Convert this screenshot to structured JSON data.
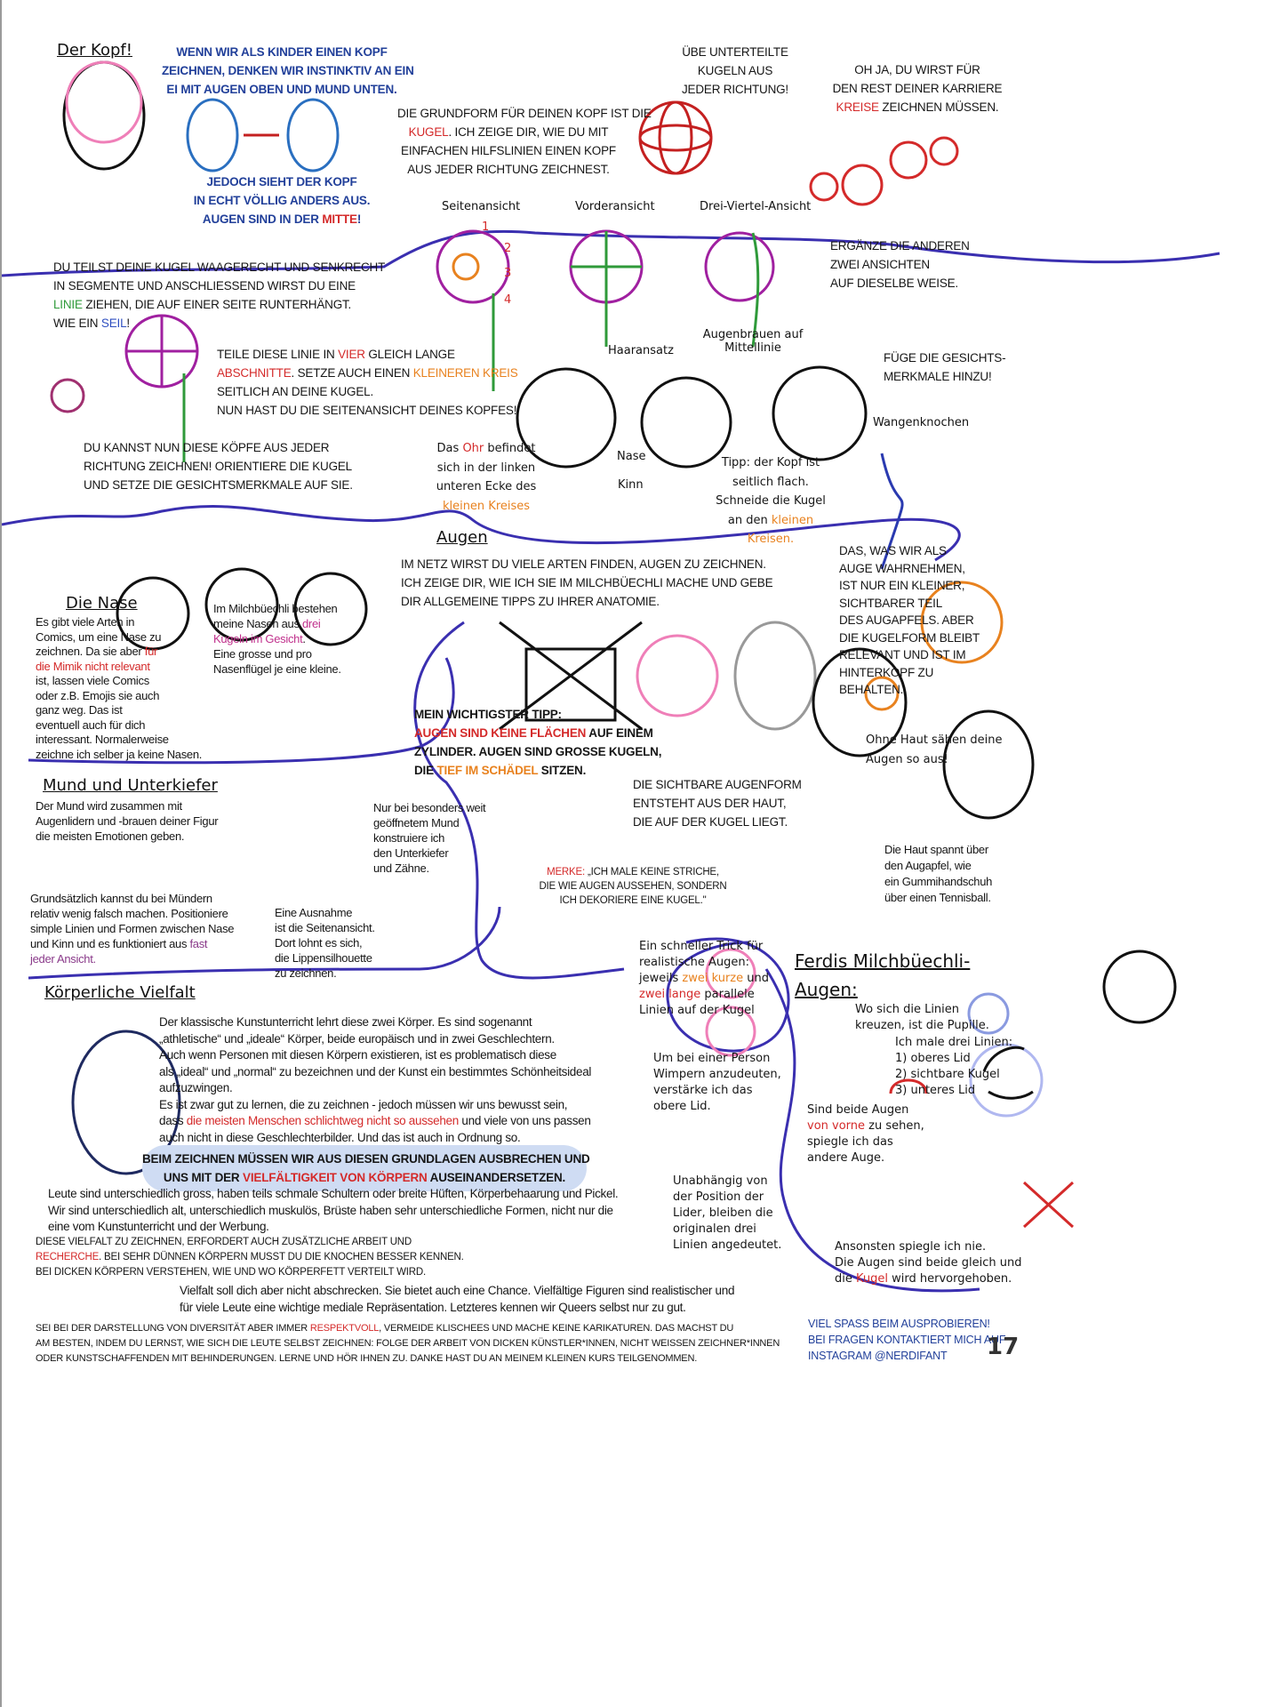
{
  "colors": {
    "k": "#161616",
    "nv": "#22409a",
    "r": "#d42a2a",
    "o": "#e8821f",
    "g": "#2f9a3a",
    "b": "#2f4fc0",
    "m": "#c0308c",
    "p": "#8a3a8a",
    "divider": "#3a2fb0",
    "pink": "#ef7fb8",
    "banner": "#cfdcf3"
  },
  "titles": {
    "kopf": "Der Kopf!",
    "augen": "Augen",
    "nase": "Die Nase",
    "mund": "Mund und Unterkiefer",
    "vielfalt": "Körperliche Vielfalt",
    "ferdis_1": "Ferdis Milchbüechli-",
    "ferdis_2": "Augen:"
  },
  "labels": {
    "seitenansicht": "Seitenansicht",
    "vorderansicht": "Vorderansicht",
    "dreiviertel": "Drei-Viertel-Ansicht",
    "haaransatz": "Haaransatz",
    "augenbrauen_1": "Augenbrauen auf",
    "augenbrauen_2": "Mittellinie",
    "wangenknochen": "Wangenknochen",
    "nase": "Nase",
    "kinn": "Kinn",
    "num1": "1",
    "num2": "2",
    "num3": "3",
    "num4": "4"
  },
  "page_number": "17",
  "blocks": {
    "kopf_intro": [
      [
        [
          "WENN WIR ALS KINDER EINEN KOPF",
          "nv"
        ]
      ],
      [
        [
          "ZEICHNEN, DENKEN WIR INSTINKTIV AN EIN",
          "nv"
        ]
      ],
      [
        [
          "EI MIT AUGEN OBEN UND MUND UNTEN.",
          "nv"
        ]
      ]
    ],
    "kopf_real": [
      [
        [
          "JEDOCH SIEHT DER KOPF",
          "nv"
        ]
      ],
      [
        [
          "IN ECHT VÖLLIG ANDERS AUS.",
          "nv"
        ]
      ],
      [
        [
          "AUGEN SIND IN DER ",
          "nv"
        ],
        [
          "MITTE",
          "r"
        ],
        [
          "!",
          "nv"
        ]
      ]
    ],
    "grundform": [
      [
        [
          "DIE GRUNDFORM FÜR DEINEN KOPF IST DIE",
          "k"
        ]
      ],
      [
        [
          "KUGEL",
          "r"
        ],
        [
          ". ICH ZEIGE DIR, WIE DU MIT",
          "k"
        ]
      ],
      [
        [
          "EINFACHEN HILFSLINIEN EINEN KOPF",
          "k"
        ]
      ],
      [
        [
          "AUS JEDER RICHTUNG ZEICHNEST.",
          "k"
        ]
      ]
    ],
    "uebe": [
      [
        [
          "ÜBE UNTERTEILTE",
          "k"
        ]
      ],
      [
        [
          "KUGELN AUS",
          "k"
        ]
      ],
      [
        [
          "JEDER RICHTUNG!",
          "k"
        ]
      ]
    ],
    "ohja": [
      [
        [
          "OH JA, DU WIRST FÜR",
          "k"
        ]
      ],
      [
        [
          "DEN REST DEINER KARRIERE",
          "k"
        ]
      ],
      [
        [
          "KREISE",
          "r"
        ],
        [
          " ZEICHNEN MÜSSEN.",
          "k"
        ]
      ]
    ],
    "teilst": [
      [
        [
          "DU TEILST DEINE KUGEL WAAGERECHT UND SENKRECHT",
          "k"
        ]
      ],
      [
        [
          " IN SEGMENTE UND ANSCHLIESSEND WIRST DU EINE",
          "k"
        ]
      ],
      [
        [
          "LINIE",
          "g"
        ],
        [
          " ZIEHEN, DIE AUF EINER SEITE RUNTERHÄNGT.",
          "k"
        ]
      ],
      [
        [
          "WIE EIN ",
          "k"
        ],
        [
          "SEIL",
          "b"
        ],
        [
          "!",
          "k"
        ]
      ]
    ],
    "teile": [
      [
        [
          "TEILE DIESE LINIE IN ",
          "k"
        ],
        [
          "VIER",
          "r"
        ],
        [
          " GLEICH LANGE",
          "k"
        ]
      ],
      [
        [
          "ABSCHNITTE",
          "r"
        ],
        [
          ". SETZE AUCH EINEN ",
          "k"
        ],
        [
          "KLEINEREN KREIS",
          "o"
        ]
      ],
      [
        [
          "SEITLICH AN DEINE KUGEL.",
          "k"
        ]
      ],
      [
        [
          "NUN HAST DU DIE SEITENANSICHT DEINES KOPFES!",
          "k"
        ]
      ]
    ],
    "ergaenze": [
      [
        [
          "ERGÄNZE DIE ANDEREN",
          "k"
        ]
      ],
      [
        [
          "ZWEI ANSICHTEN",
          "k"
        ]
      ],
      [
        [
          "AUF DIESELBE WEISE.",
          "k"
        ]
      ]
    ],
    "fuege": [
      [
        [
          "FÜGE DIE GESICHTS-",
          "k"
        ]
      ],
      [
        [
          "MERKMALE HINZU!",
          "k"
        ]
      ]
    ],
    "ohr": [
      [
        [
          "Das ",
          "k"
        ],
        [
          "Ohr",
          "r"
        ],
        [
          " befindet",
          "k"
        ]
      ],
      [
        [
          "sich in der linken",
          "k"
        ]
      ],
      [
        [
          "unteren Ecke des",
          "k"
        ]
      ],
      [
        [
          "kleinen Kreises",
          "o"
        ]
      ]
    ],
    "tipp": [
      [
        [
          "Tipp",
          "k"
        ],
        [
          ": der Kopf ist",
          "k"
        ]
      ],
      [
        [
          "seitlich flach.",
          "k"
        ]
      ],
      [
        [
          "Schneide die Kugel",
          "k"
        ]
      ],
      [
        [
          "an den ",
          "k"
        ],
        [
          "kleinen",
          "o"
        ]
      ],
      [
        [
          "Kreisen.",
          "o"
        ]
      ]
    ],
    "kannst": [
      [
        [
          "DU KANNST NUN DIESE KÖPFE AUS JEDER",
          "k"
        ]
      ],
      [
        [
          "RICHTUNG ZEICHNEN! ORIENTIERE DIE KUGEL",
          "k"
        ]
      ],
      [
        [
          "UND SETZE DIE GESICHTSMERKMALE AUF SIE.",
          "k"
        ]
      ]
    ],
    "netz": [
      [
        [
          "IM NETZ WIRST DU VIELE ARTEN FINDEN, AUGEN ZU ZEICHNEN.",
          "k"
        ]
      ],
      [
        [
          "ICH ZEIGE DIR, WIE ICH SIE IM MILCHBÜECHLI MACHE UND GEBE",
          "k"
        ]
      ],
      [
        [
          "DIR ALLGEMEINE TIPPS ZU IHRER ANATOMIE.",
          "k"
        ]
      ]
    ],
    "daswas": [
      [
        [
          "DAS, WAS WIR ALS",
          "k"
        ]
      ],
      [
        [
          "AUGE WAHRNEHMEN,",
          "k"
        ]
      ],
      [
        [
          "IST NUR EIN KLEINER,",
          "k"
        ]
      ],
      [
        [
          "SICHTBARER TEIL",
          "k"
        ]
      ],
      [
        [
          "DES AUGAPFELS. ABER",
          "k"
        ]
      ],
      [
        [
          "DIE KUGELFORM BLEIBT",
          "k"
        ]
      ],
      [
        [
          "RELEVANT UND IST IM",
          "k"
        ]
      ],
      [
        [
          "HINTERKOPF ZU",
          "k"
        ]
      ],
      [
        [
          "BEHALTEN.",
          "k"
        ]
      ]
    ],
    "wichtig": [
      [
        [
          "MEIN WICHTIGSTER TIPP:",
          "k"
        ]
      ],
      [
        [
          "AUGEN SIND KEINE FLÄCHEN",
          "r"
        ],
        [
          " AUF EINEM",
          "k"
        ]
      ],
      [
        [
          "ZYLINDER. AUGEN SIND GROSSE KUGELN,",
          "k"
        ]
      ],
      [
        [
          "DIE ",
          "k"
        ],
        [
          "TIEF IM SCHÄDEL",
          "o"
        ],
        [
          " SITZEN.",
          "k"
        ]
      ]
    ],
    "ohnehaut": [
      [
        [
          "Ohne Haut sähen deine",
          "k"
        ]
      ],
      [
        [
          "Augen so aus!",
          "k"
        ]
      ]
    ],
    "nase": [
      [
        [
          "Es gibt viele Arten in",
          "k"
        ]
      ],
      [
        [
          "Comics, um eine Nase zu",
          "k"
        ]
      ],
      [
        [
          "zeichnen. Da sie aber ",
          "k"
        ],
        [
          "für",
          "r"
        ]
      ],
      [
        [
          "die Mimik nicht relevant",
          "r"
        ]
      ],
      [
        [
          "ist, lassen viele Comics",
          "k"
        ]
      ],
      [
        [
          "oder z.B. Emojis sie auch",
          "k"
        ]
      ],
      [
        [
          "ganz weg. Das ist",
          "k"
        ]
      ],
      [
        [
          "eventuell auch für dich",
          "k"
        ]
      ],
      [
        [
          "interessant. Normalerweise",
          "k"
        ]
      ],
      [
        [
          "zeichne ich selber ja keine Nasen.",
          "k"
        ]
      ]
    ],
    "milch": [
      [
        [
          "Im Milchbüechli bestehen",
          "k"
        ]
      ],
      [
        [
          "meine Nasen aus ",
          "k"
        ],
        [
          "drei",
          "m"
        ]
      ],
      [
        [
          "Kugeln im Gesicht",
          "m"
        ],
        [
          ".",
          "k"
        ]
      ],
      [
        [
          "Eine grosse und pro",
          "k"
        ]
      ],
      [
        [
          "Nasenflügel je eine kleine.",
          "k"
        ]
      ]
    ],
    "mund": [
      [
        [
          "Der Mund wird zusammen mit",
          "k"
        ]
      ],
      [
        [
          "Augenlidern und -brauen deiner Figur",
          "k"
        ]
      ],
      [
        [
          "die meisten Emotionen geben.",
          "k"
        ]
      ]
    ],
    "grunds": [
      [
        [
          "Grundsätzlich kannst du bei Mündern",
          "k"
        ]
      ],
      [
        [
          "relativ wenig falsch machen. Positioniere",
          "k"
        ]
      ],
      [
        [
          "simple Linien und Formen zwischen Nase",
          "k"
        ]
      ],
      [
        [
          "und Kinn und es funktioniert aus ",
          "k"
        ],
        [
          "fast",
          "p"
        ]
      ],
      [
        [
          "jeder Ansicht.",
          "p"
        ]
      ]
    ],
    "ausnahme": [
      [
        [
          "Eine Ausnahme",
          "k"
        ]
      ],
      [
        [
          "ist die Seitenansicht.",
          "k"
        ]
      ],
      [
        [
          "Dort lohnt es sich,",
          "k"
        ]
      ],
      [
        [
          "die Lippensilhouette",
          "k"
        ]
      ],
      [
        [
          "zu zeichnen.",
          "k"
        ]
      ]
    ],
    "weit": [
      [
        [
          "Nur bei besonders weit",
          "k"
        ]
      ],
      [
        [
          "geöffnetem Mund",
          "k"
        ]
      ],
      [
        [
          "konstruiere ich",
          "k"
        ]
      ],
      [
        [
          "den Unterkiefer",
          "k"
        ]
      ],
      [
        [
          "und Zähne.",
          "k"
        ]
      ]
    ],
    "sichtbar": [
      [
        [
          "DIE SICHTBARE AUGENFORM",
          "k"
        ]
      ],
      [
        [
          "ENTSTEHT AUS DER HAUT,",
          "k"
        ]
      ],
      [
        [
          "DIE AUF DER KUGEL LIEGT.",
          "k"
        ]
      ]
    ],
    "merke": [
      [
        [
          "MERKE:",
          "r"
        ],
        [
          " „ICH MALE KEINE STRICHE,",
          "k"
        ]
      ],
      [
        [
          "DIE WIE AUGEN AUSSEHEN, SONDERN",
          "k"
        ]
      ],
      [
        [
          "ICH DEKORIERE EINE KUGEL.\"",
          "k"
        ]
      ]
    ],
    "hautspannt": [
      [
        [
          "Die Haut spannt über",
          "k"
        ]
      ],
      [
        [
          "den Augapfel, wie",
          "k"
        ]
      ],
      [
        [
          "ein Gummihandschuh",
          "k"
        ]
      ],
      [
        [
          "über einen Tennisball.",
          "k"
        ]
      ]
    ],
    "trick": [
      [
        [
          "Ein schneller Trick für",
          "k"
        ]
      ],
      [
        [
          "realistische Augen:",
          "k"
        ]
      ],
      [
        [
          "jeweils ",
          "k"
        ],
        [
          "zwei kurze",
          "o"
        ],
        [
          " und",
          "k"
        ]
      ],
      [
        [
          "zwei lange",
          "r"
        ],
        [
          " parallele",
          "k"
        ]
      ],
      [
        [
          "Linien auf der Kugel",
          "k"
        ]
      ]
    ],
    "wosich": [
      [
        [
          "Wo sich die Linien",
          "k"
        ]
      ],
      [
        [
          "kreuzen, ist die Pupille.",
          "k"
        ]
      ]
    ],
    "ichmale": [
      [
        [
          "Ich male drei Linien:",
          "k"
        ]
      ],
      [
        [
          "1) oberes Lid",
          "k"
        ]
      ],
      [
        [
          "2) sichtbare Kugel",
          "k"
        ]
      ],
      [
        [
          "3) unteres Lid",
          "k"
        ]
      ]
    ],
    "wimpern": [
      [
        [
          "Um bei einer Person",
          "k"
        ]
      ],
      [
        [
          "Wimpern anzudeuten,",
          "k"
        ]
      ],
      [
        [
          "verstärke ich das",
          "k"
        ]
      ],
      [
        [
          "obere Lid.",
          "k"
        ]
      ]
    ],
    "beide": [
      [
        [
          "Sind beide Augen",
          "k"
        ]
      ],
      [
        [
          "von vorne",
          "r"
        ],
        [
          " zu sehen,",
          "k"
        ]
      ],
      [
        [
          "spiegle ich das",
          "k"
        ]
      ],
      [
        [
          "andere Auge.",
          "k"
        ]
      ]
    ],
    "unabh": [
      [
        [
          "Unabhängig von",
          "k"
        ]
      ],
      [
        [
          "der Position der",
          "k"
        ]
      ],
      [
        [
          "Lider, bleiben die",
          "k"
        ]
      ],
      [
        [
          "originalen drei",
          "k"
        ]
      ],
      [
        [
          "Linien angedeutet.",
          "k"
        ]
      ]
    ],
    "ansonsten": [
      [
        [
          "Ansonsten spiegle ich nie.",
          "k"
        ]
      ],
      [
        [
          "Die Augen sind beide gleich und",
          "k"
        ]
      ],
      [
        [
          "die ",
          "k"
        ],
        [
          "Kugel",
          "r"
        ],
        [
          " wird hervorgehoben.",
          "k"
        ]
      ]
    ],
    "klass": [
      [
        [
          "Der klassische Kunstunterricht lehrt diese zwei Körper. Es sind sogenannt",
          "k"
        ]
      ],
      [
        [
          "„athletische“ und „ideale“ Körper, beide europäisch und in zwei Geschlechtern.",
          "k"
        ]
      ],
      [
        [
          "Auch wenn Personen mit diesen Körpern existieren, ist es problematisch diese",
          "k"
        ]
      ],
      [
        [
          "als „ideal“ und „normal“ zu bezeichnen und der Kunst ein bestimmtes Schönheitsideal",
          "k"
        ]
      ],
      [
        [
          "aufzuzwingen.",
          "k"
        ]
      ],
      [
        [
          "Es ist zwar gut zu lernen, die zu zeichnen - jedoch müssen wir uns bewusst sein,",
          "k"
        ]
      ],
      [
        [
          "dass ",
          "k"
        ],
        [
          "die meisten Menschen schlichtweg nicht so aussehen",
          "r"
        ],
        [
          " und viele von uns passen",
          "k"
        ]
      ],
      [
        [
          "auch nicht in diese Geschlechterbilder. Und das ist auch in Ordnung so.",
          "k"
        ]
      ]
    ],
    "banner": [
      [
        [
          "BEIM ZEICHNEN MÜSSEN WIR AUS DIESEN GRUNDLAGEN AUSBRECHEN UND",
          "k"
        ]
      ],
      [
        [
          "UNS MIT DER ",
          "k"
        ],
        [
          "VIELFÄLTIGKEIT VON KÖRPERN",
          "r"
        ],
        [
          " AUSEINANDERSETZEN.",
          "k"
        ]
      ]
    ],
    "leute": [
      [
        [
          "Leute sind unterschiedlich gross, haben teils schmale Schultern oder breite Hüften, Körperbehaarung und Pickel.",
          "k"
        ]
      ],
      [
        [
          "Wir sind unterschiedlich alt, unterschiedlich muskulös, Brüste haben sehr unterschiedliche Formen, nicht nur die",
          "k"
        ]
      ],
      [
        [
          "eine vom Kunstunterricht und der Werbung.",
          "k"
        ]
      ]
    ],
    "diese": [
      [
        [
          "DIESE VIELFALT ZU ZEICHNEN, ERFORDERT AUCH ZUSÄTZLICHE ARBEIT UND",
          "k"
        ]
      ],
      [
        [
          "RECHERCHE",
          "r"
        ],
        [
          ". BEI SEHR DÜNNEN KÖRPERN MUSST DU DIE KNOCHEN BESSER KENNEN.",
          "k"
        ]
      ],
      [
        [
          "BEI DICKEN KÖRPERN VERSTEHEN, WIE UND WO KÖRPERFETT VERTEILT WIRD.",
          "k"
        ]
      ]
    ],
    "vielfalt": [
      [
        [
          "Vielfalt soll dich aber nicht abschrecken. Sie bietet auch eine Chance. Vielfältige Figuren sind realistischer und",
          "k"
        ]
      ],
      [
        [
          "für viele Leute eine wichtige mediale Repräsentation. Letzteres kennen wir Queers selbst nur zu gut.",
          "k"
        ]
      ]
    ],
    "sei": [
      [
        [
          "SEI BEI DER DARSTELLUNG VON DIVERSITÄT ABER IMMER ",
          "k"
        ],
        [
          "RESPEKTVOLL",
          "r"
        ],
        [
          ", VERMEIDE KLISCHEES UND MACHE KEINE KARIKATUREN. DAS MACHST DU",
          "k"
        ]
      ],
      [
        [
          "AM BESTEN, INDEM DU LERNST, WIE SICH DIE LEUTE SELBST ZEICHNEN: FOLGE DER ARBEIT VON DICKEN KÜNSTLER*INNEN, NICHT WEISSEN ZEICHNER*INNEN",
          "k"
        ]
      ],
      [
        [
          "ODER KUNSTSCHAFFENDEN MIT BEHINDERUNGEN. LERNE UND HÖR IHNEN ZU. DANKE HAST DU AN MEINEM KLEINEN KURS TEILGENOMMEN.",
          "k"
        ]
      ]
    ],
    "spass": [
      [
        [
          "VIEL SPASS BEIM AUSPROBIEREN!",
          "nv"
        ]
      ],
      [
        [
          "BEI FRAGEN KONTAKTIERT MICH AUF",
          "nv"
        ]
      ],
      [
        [
          "INSTAGRAM @NERDIFANT",
          "nv"
        ]
      ]
    ]
  }
}
